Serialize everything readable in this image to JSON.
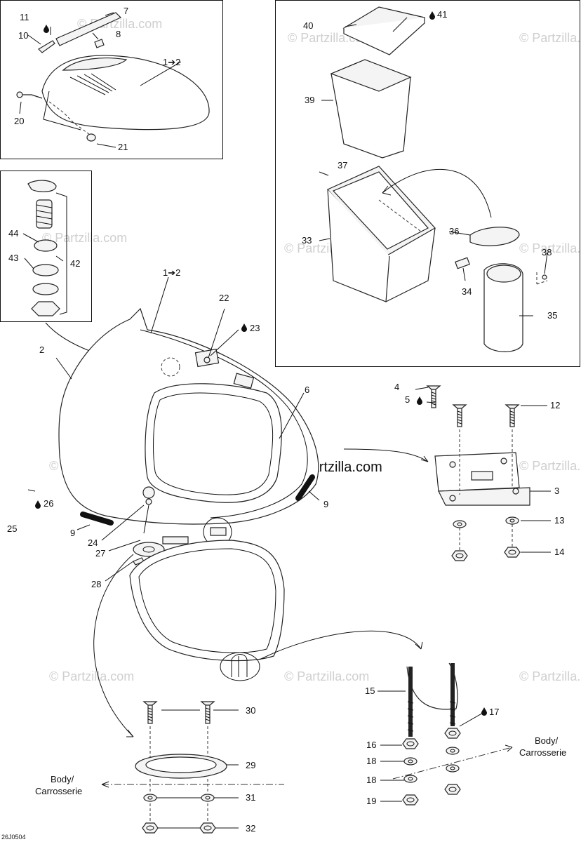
{
  "diagram_code": "26J0504",
  "watermark": "© Partzilla.com",
  "body_label": [
    "Body/",
    "Carrosserie"
  ],
  "callouts": {
    "c1_2a": "1➔2",
    "c1_2b": "1➔2",
    "c2": "2",
    "c3": "3",
    "c4": "4",
    "c5": "5",
    "c6": "6",
    "c7": "7",
    "c8": "8",
    "c9a": "9",
    "c9b": "9",
    "c10": "10",
    "c11": "11",
    "c12": "12",
    "c13": "13",
    "c14": "14",
    "c15": "15",
    "c16": "16",
    "c17": "17",
    "c18a": "18",
    "c18b": "18",
    "c19": "19",
    "c20": "20",
    "c21": "21",
    "c22": "22",
    "c23": "23",
    "c24": "24",
    "c25": "25",
    "c26": "26",
    "c27": "27",
    "c28": "28",
    "c29": "29",
    "c30": "30",
    "c31": "31",
    "c32": "32",
    "c33": "33",
    "c34": "34",
    "c35": "35",
    "c36": "36",
    "c37": "37",
    "c38": "38",
    "c39": "39",
    "c40": "40",
    "c41": "41",
    "c42": "42",
    "c43": "43",
    "c44": "44"
  }
}
